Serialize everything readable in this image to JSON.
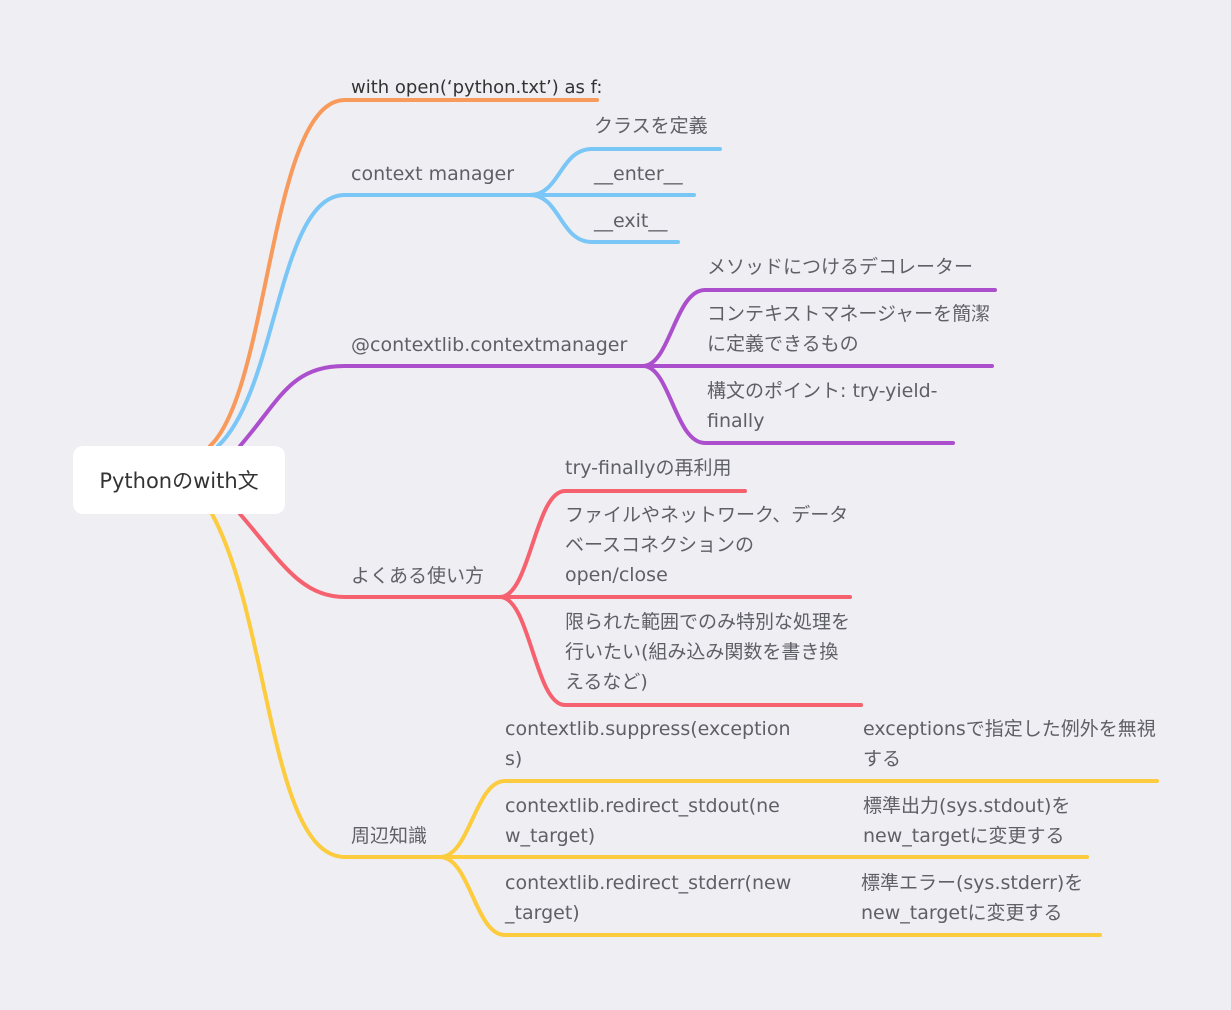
{
  "root": "Pythonのwith文",
  "branches": [
    {
      "label": "with open(‘python.txt’) as f:",
      "color": "#f89a5b",
      "children": []
    },
    {
      "label": "context manager",
      "color": "#7ac6f6",
      "children": [
        "クラスを定義",
        "__enter__",
        "__exit__"
      ]
    },
    {
      "label": "@contextlib.contextmanager",
      "color": "#ac4fcc",
      "children": [
        "メソッドにつけるデコレーター",
        "コンテキストマネージャーを簡潔に定義できるもの",
        "構文のポイント: try-yield-finally"
      ]
    },
    {
      "label": "よくある使い方",
      "color": "#f5616e",
      "children": [
        "try-finallyの再利用",
        "ファイルやネットワーク、データベースコネクションのopen/close",
        "限られた範囲でのみ特別な処理を行いたい(組み込み関数を書き換えるなど)"
      ]
    },
    {
      "label": "周辺知識",
      "color": "#fccb3e",
      "children": [
        {
          "label": "contextlib.suppress(exceptions)",
          "detail": "exceptionsで指定した例外を無視する"
        },
        {
          "label": "contextlib.redirect_stdout(new_target)",
          "detail": "標準出力(sys.stdout)をnew_targetに変更する"
        },
        {
          "label": "contextlib.redirect_stderr(new_target)",
          "detail": "標準エラー(sys.stderr)をnew_targetに変更する"
        }
      ]
    }
  ]
}
